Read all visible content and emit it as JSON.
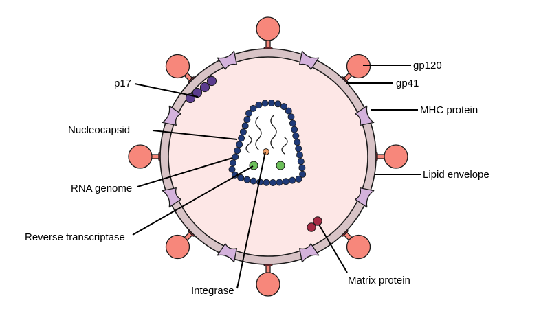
{
  "labels": {
    "gp120": "gp120",
    "gp41": "gp41",
    "mhc": "MHC protein",
    "lipid": "Lipid envelope",
    "matrix": "Matrix protein",
    "integrase": "Integrase",
    "rt": "Reverse transcriptase",
    "rna": "RNA genome",
    "nucleocapsid": "Nucleocapsid",
    "p17": "p17"
  },
  "colors": {
    "interior": "#fde7e6",
    "envelope": "#d8c3c6",
    "outline": "#1a1a1a",
    "gp120": "#f7877b",
    "gp41": "#e03a4c",
    "mhc": "#d4b2dc",
    "capsid_bead": "#1f3a78",
    "capsid_fill": "#ffffff",
    "rt_enzyme": "#6cbf5a",
    "integrase_enzyme": "#f0a066",
    "p17_bead": "#5b3c8e",
    "matrix_protein": "#a52a43"
  }
}
